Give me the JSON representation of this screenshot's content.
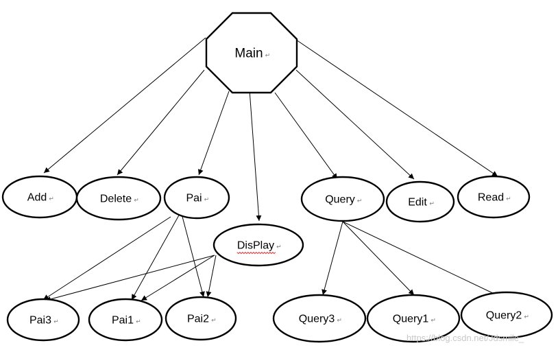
{
  "diagram": {
    "nodes": [
      {
        "id": "main",
        "label": "Main"
      },
      {
        "id": "add",
        "label": "Add"
      },
      {
        "id": "delete",
        "label": "Delete"
      },
      {
        "id": "pai",
        "label": "Pai"
      },
      {
        "id": "display",
        "label": "DisPlay"
      },
      {
        "id": "query",
        "label": "Query"
      },
      {
        "id": "edit",
        "label": "Edit"
      },
      {
        "id": "read",
        "label": "Read"
      },
      {
        "id": "pai3",
        "label": "Pai3"
      },
      {
        "id": "pai1",
        "label": "Pai1"
      },
      {
        "id": "pai2",
        "label": "Pai2"
      },
      {
        "id": "query3",
        "label": "Query3"
      },
      {
        "id": "query1",
        "label": "Query1"
      },
      {
        "id": "query2",
        "label": "Query2"
      }
    ],
    "edges": [
      {
        "from": "main",
        "to": "add"
      },
      {
        "from": "main",
        "to": "delete"
      },
      {
        "from": "main",
        "to": "pai"
      },
      {
        "from": "main",
        "to": "display"
      },
      {
        "from": "main",
        "to": "query"
      },
      {
        "from": "main",
        "to": "edit"
      },
      {
        "from": "main",
        "to": "read"
      },
      {
        "from": "pai",
        "to": "pai3"
      },
      {
        "from": "pai",
        "to": "pai1"
      },
      {
        "from": "pai",
        "to": "pai2"
      },
      {
        "from": "display",
        "to": "pai3"
      },
      {
        "from": "display",
        "to": "pai1"
      },
      {
        "from": "display",
        "to": "pai2"
      },
      {
        "from": "query",
        "to": "query3"
      },
      {
        "from": "query",
        "to": "query1"
      },
      {
        "from": "query",
        "to": "query2"
      }
    ],
    "paragraph_mark": "↵",
    "watermark": "https://blog.csdn.net/Jdsmile_"
  }
}
